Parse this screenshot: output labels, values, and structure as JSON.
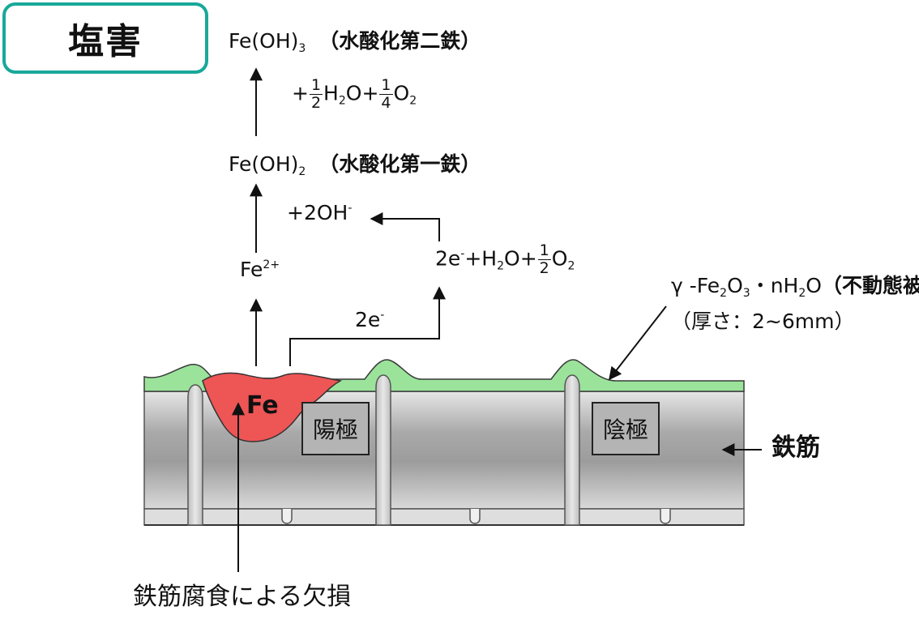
{
  "badge": "塩害",
  "reactions": {
    "fe_oh3": {
      "base": "Fe(OH)",
      "sub": "3",
      "note": "（水酸化第二鉄）"
    },
    "step2": {
      "plus": "+",
      "n1": "1",
      "d1": "2",
      "h2o": "H",
      "h2o_sub": "2",
      "o_mid": "O+",
      "n2": "1",
      "d2": "4",
      "o2": "O",
      "o2_sub": "2"
    },
    "fe_oh2": {
      "base": "Fe(OH)",
      "sub": "2",
      "note": "（水酸化第一鉄）"
    },
    "step1": {
      "base": "+2OH",
      "sup": "-"
    },
    "fe2": {
      "base": "Fe",
      "sup": "2+"
    },
    "cathode_reaction": {
      "e": "2e",
      "e_sup": "-",
      "h": "+H",
      "h_sub": "2",
      "o_mid": "O+",
      "n": "1",
      "d": "2",
      "o2": "O",
      "o2_sub": "2"
    },
    "electron": {
      "base": "2e",
      "sup": "-"
    }
  },
  "film": {
    "line1_prefix": "γ -Fe",
    "s1": "2",
    "mid1": "O",
    "s2": "3",
    "mid2": "・nH",
    "s3": "2",
    "mid3": "O",
    "note": "（不動態被膜）",
    "line2": "（厚さ：2~6mm）"
  },
  "labels": {
    "fe": "Fe",
    "anode": "陽極",
    "cathode": "陰極",
    "rebar": "鉄筋",
    "corrosion": "鉄筋腐食による欠損"
  },
  "colors": {
    "accent": "#18a89a",
    "film": "#9be39b",
    "rust": "#ee5555",
    "steel": "#b4b4b4"
  }
}
